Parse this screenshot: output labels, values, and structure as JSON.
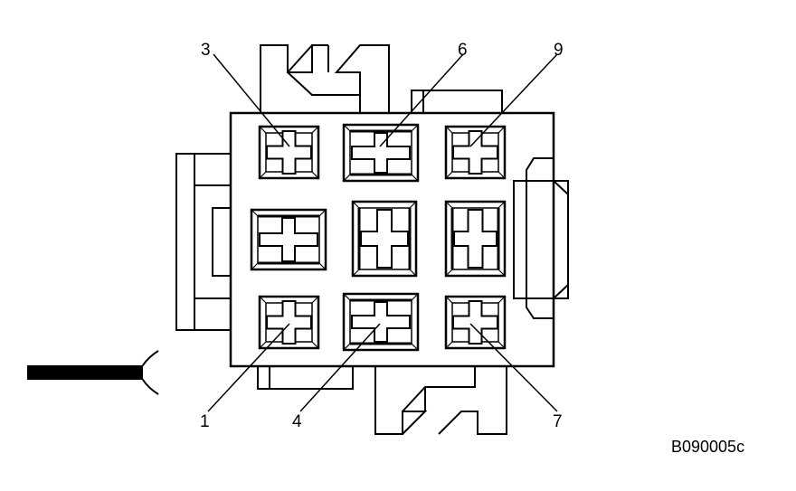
{
  "figure": {
    "code": "B090005c",
    "line_color": "#000000",
    "background_color": "#ffffff"
  },
  "pins": [
    {
      "label": "3",
      "cavity": "top-left"
    },
    {
      "label": "6",
      "cavity": "top-center"
    },
    {
      "label": "9",
      "cavity": "top-right"
    },
    {
      "label": "1",
      "cavity": "bottom-left"
    },
    {
      "label": "4",
      "cavity": "bottom-center"
    },
    {
      "label": "7",
      "cavity": "bottom-right"
    }
  ]
}
